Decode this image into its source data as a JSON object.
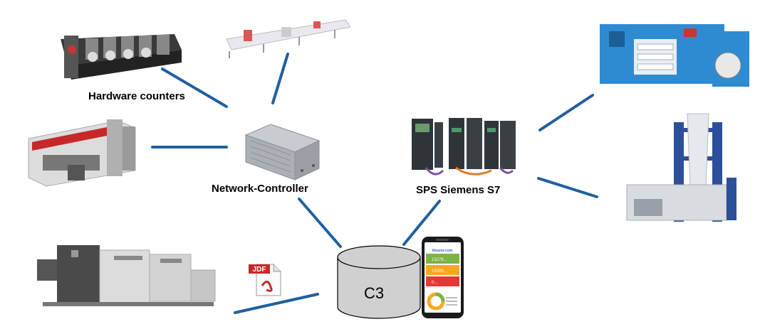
{
  "labels": {
    "hardware_counters": "Hardware counters",
    "network_controller": "Network-Controller",
    "sps": "SPS Siemens S7",
    "database": "C3"
  },
  "phone": {
    "brand": "theurer.com",
    "tile_values": [
      "13278...",
      "15005...",
      "0..."
    ]
  },
  "pdf_badge": "JDF",
  "colors": {
    "connector": "#1f5fa0",
    "database_fill": "#d0d0d0",
    "tile_green": "#7cb342",
    "tile_orange": "#f5a623",
    "tile_red": "#e53935",
    "pdf_red": "#c62828"
  }
}
